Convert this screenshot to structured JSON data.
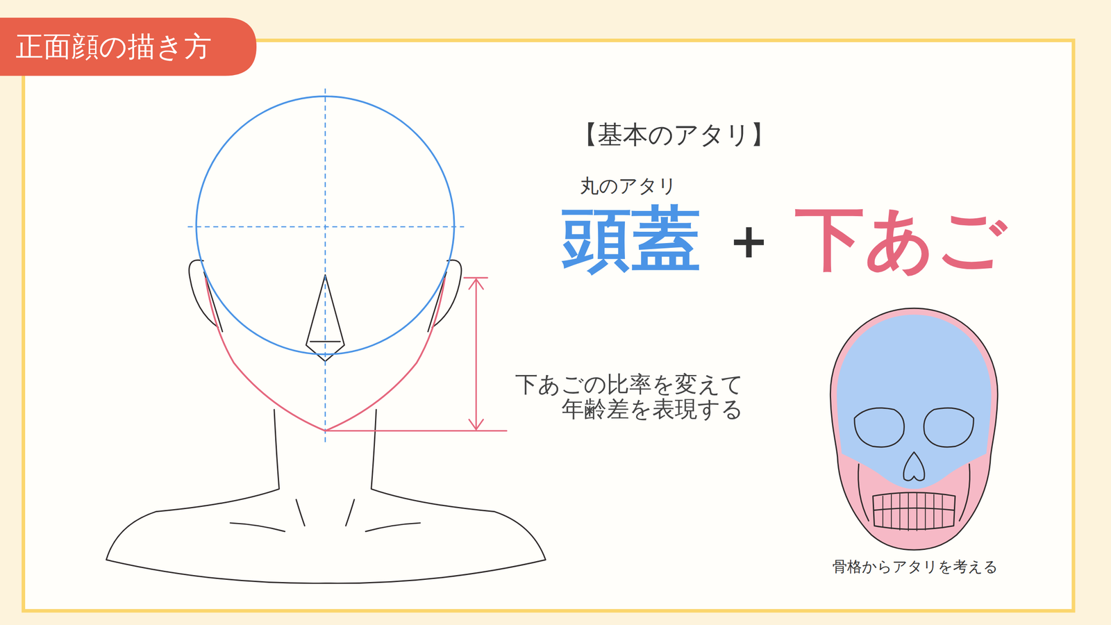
{
  "diagram": {
    "title": "正面顔の描き方",
    "labels": [
      "【基本のアタリ】",
      "丸のアタリ",
      "頭蓋",
      "+",
      "下あご",
      "下あごの比率を変えて 年齢差を表現する",
      "骨格からアタリを考える"
    ]
  }
}
